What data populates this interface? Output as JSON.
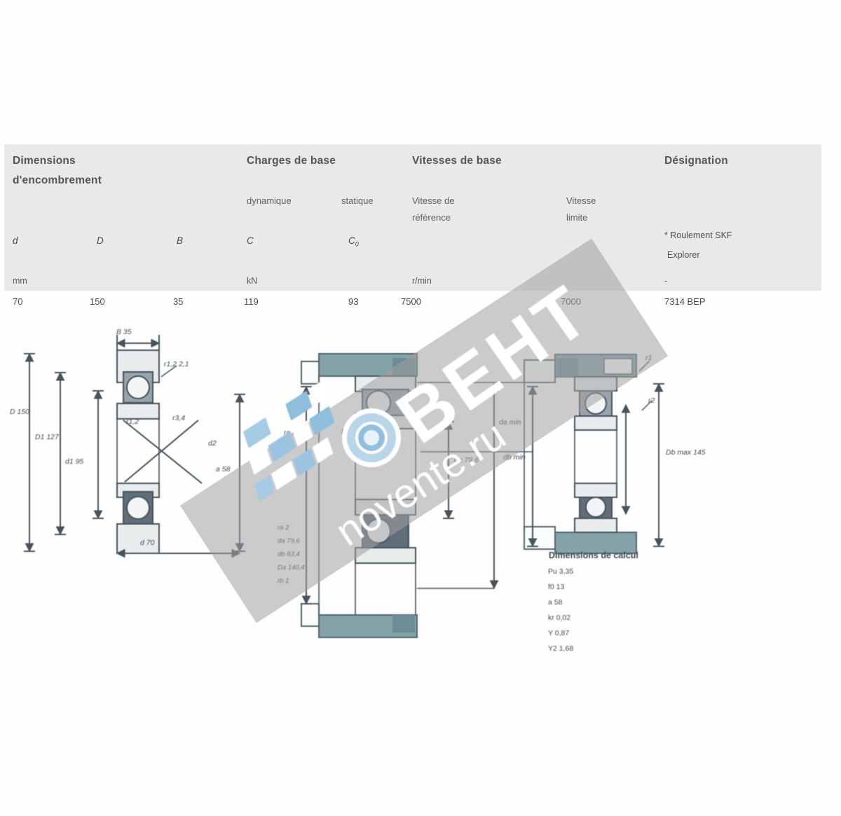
{
  "table": {
    "groups": {
      "dims": {
        "title1": "Dimensions",
        "title2": "d'encombrement"
      },
      "loads": {
        "title": "Charges de base",
        "sub1": "dynamique",
        "sub2": "statique"
      },
      "speeds": {
        "title": "Vitesses de base",
        "sub1a": "Vitesse de",
        "sub1b": "référence",
        "sub2a": "Vitesse",
        "sub2b": "limite"
      },
      "desig": {
        "title": "Désignation",
        "note1": "* Roulement SKF",
        "note2": "Explorer"
      }
    },
    "columns": {
      "c1": "d",
      "c2": "D",
      "c3": "B",
      "c4": "C",
      "c5": "C",
      "c5sub": "0"
    },
    "units": {
      "u1": "mm",
      "u2": "kN",
      "u3": "r/min",
      "u4": "-"
    },
    "row": {
      "d": "70",
      "D": "150",
      "B": "35",
      "C": "119",
      "C0": "93",
      "vref": "7500",
      "vlim": "7000",
      "designation": "7314 BEP"
    }
  },
  "watermark": {
    "big": "ВЕНТ",
    "site": "novente.ru"
  },
  "drawings": {
    "left": {
      "top_dim": "B 35",
      "r12_top": "r1,2 2,1",
      "dim_D": "D 150",
      "dim_D1": "D1 127",
      "dim_d1": "d1 95",
      "mid_r1": "r1,2",
      "mid_r2": "r3,4",
      "mid_d2": "d2",
      "a_dim": "a 58",
      "bottom_dim": "d 70"
    },
    "middle": {
      "left_dim": "ra max",
      "axis_dim": "D",
      "inner_dim": "da 79,6",
      "list": [
        "ra 2",
        "da 79,6",
        "db 83,4",
        "Da 140,4",
        "rb 1"
      ]
    },
    "right": {
      "left_dim1": "da min",
      "left_dim2": "db min",
      "right_dim": "Db max 145",
      "r_top": "r1",
      "r_mid": "r2",
      "caption": "Dimensions de calcul",
      "list": [
        "Pu 3,35",
        "f0 13",
        "a 58",
        "kr 0,02",
        "Y 0,87",
        "Y2 1,68"
      ]
    }
  }
}
